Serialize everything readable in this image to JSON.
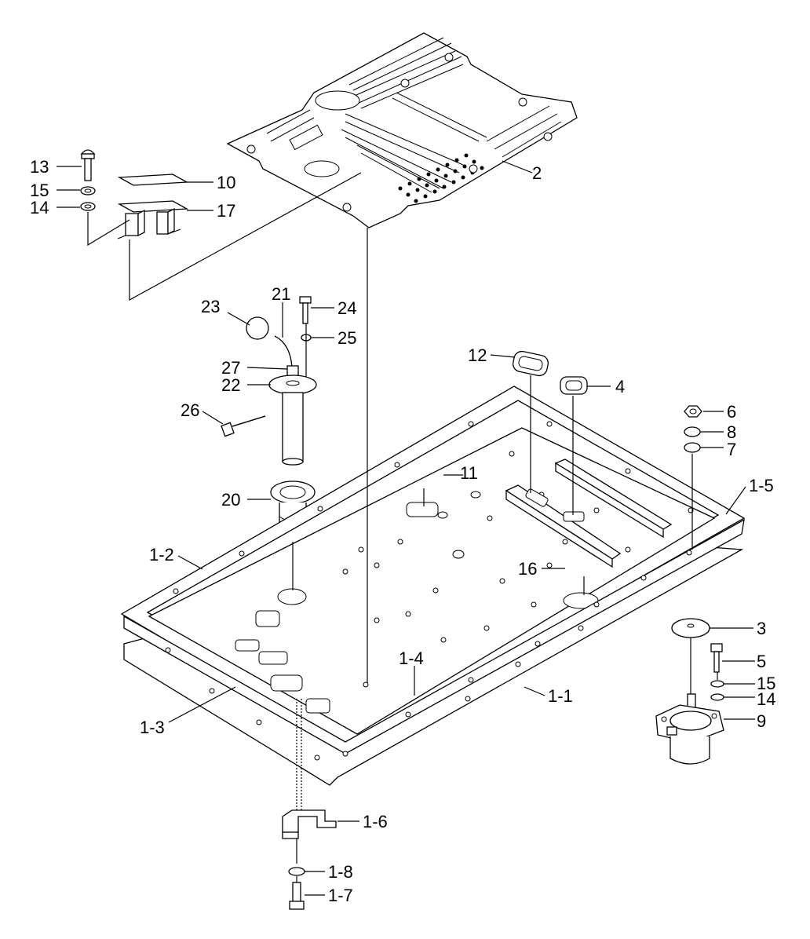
{
  "diagram": {
    "callouts": {
      "c13": "13",
      "c15a": "15",
      "c14a": "14",
      "c10": "10",
      "c17": "17",
      "c2": "2",
      "c23": "23",
      "c21": "21",
      "c24": "24",
      "c25": "25",
      "c27": "27",
      "c22": "22",
      "c26": "26",
      "c12": "12",
      "c4": "4",
      "c6": "6",
      "c8": "8",
      "c7": "7",
      "c11": "11",
      "c1_5": "1-5",
      "c20": "20",
      "c1_2": "1-2",
      "c16": "16",
      "c3": "3",
      "c5": "5",
      "c15b": "15",
      "c14b": "14",
      "c9": "9",
      "c1_4": "1-4",
      "c1_1": "1-1",
      "c1_3": "1-3",
      "c1_6": "1-6",
      "c1_8": "1-8",
      "c1_7": "1-7"
    }
  }
}
